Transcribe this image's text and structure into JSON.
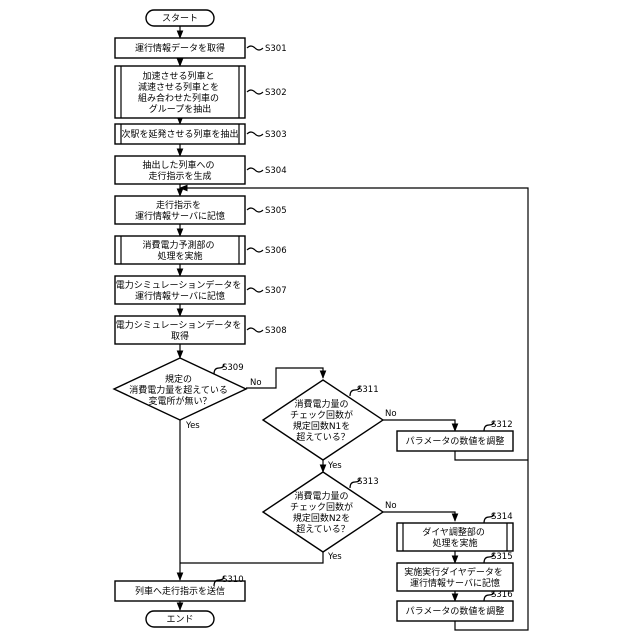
{
  "nodes": {
    "start": {
      "text": [
        "スタート"
      ]
    },
    "s301": {
      "text": [
        "運行情報データを取得"
      ],
      "step": "S301"
    },
    "s302": {
      "text": [
        "加速させる列車と",
        "減速させる列車とを",
        "組み合わせた列車の",
        "グループを抽出"
      ],
      "step": "S302"
    },
    "s303": {
      "text": [
        "次駅を延発させる列車を抽出"
      ],
      "step": "S303"
    },
    "s304": {
      "text": [
        "抽出した列車への",
        "走行指示を生成"
      ],
      "step": "S304"
    },
    "s305": {
      "text": [
        "走行指示を",
        "運行情報サーバに記憶"
      ],
      "step": "S305"
    },
    "s306": {
      "text": [
        "消費電力予測部の",
        "処理を実施"
      ],
      "step": "S306"
    },
    "s307": {
      "text": [
        "電力シミュレーションデータを",
        "運行情報サーバに記憶"
      ],
      "step": "S307"
    },
    "s308": {
      "text": [
        "電力シミュレーションデータを",
        "取得"
      ],
      "step": "S308"
    },
    "s309": {
      "text": [
        "規定の",
        "消費電力量を超えている",
        "変電所が無い？"
      ],
      "step": "S309"
    },
    "s311": {
      "text": [
        "消費電力量の",
        "チェック回数が",
        "規定回数N1を",
        "超えている？"
      ],
      "step": "S311"
    },
    "s312": {
      "text": [
        "パラメータの数値を調整"
      ],
      "step": "S312"
    },
    "s313": {
      "text": [
        "消費電力量の",
        "チェック回数が",
        "規定回数N2を",
        "超えている？"
      ],
      "step": "S313"
    },
    "s314": {
      "text": [
        "ダイヤ調整部の",
        "処理を実施"
      ],
      "step": "S314"
    },
    "s315": {
      "text": [
        "実施実行ダイヤデータを",
        "運行情報サーバに記憶"
      ],
      "step": "S315"
    },
    "s316": {
      "text": [
        "パラメータの数値を調整"
      ],
      "step": "S316"
    },
    "s310": {
      "text": [
        "列車へ走行指示を送信"
      ],
      "step": "S310"
    },
    "end": {
      "text": [
        "エンド"
      ]
    }
  },
  "branch_labels": {
    "yes": "Yes",
    "no": "No"
  }
}
